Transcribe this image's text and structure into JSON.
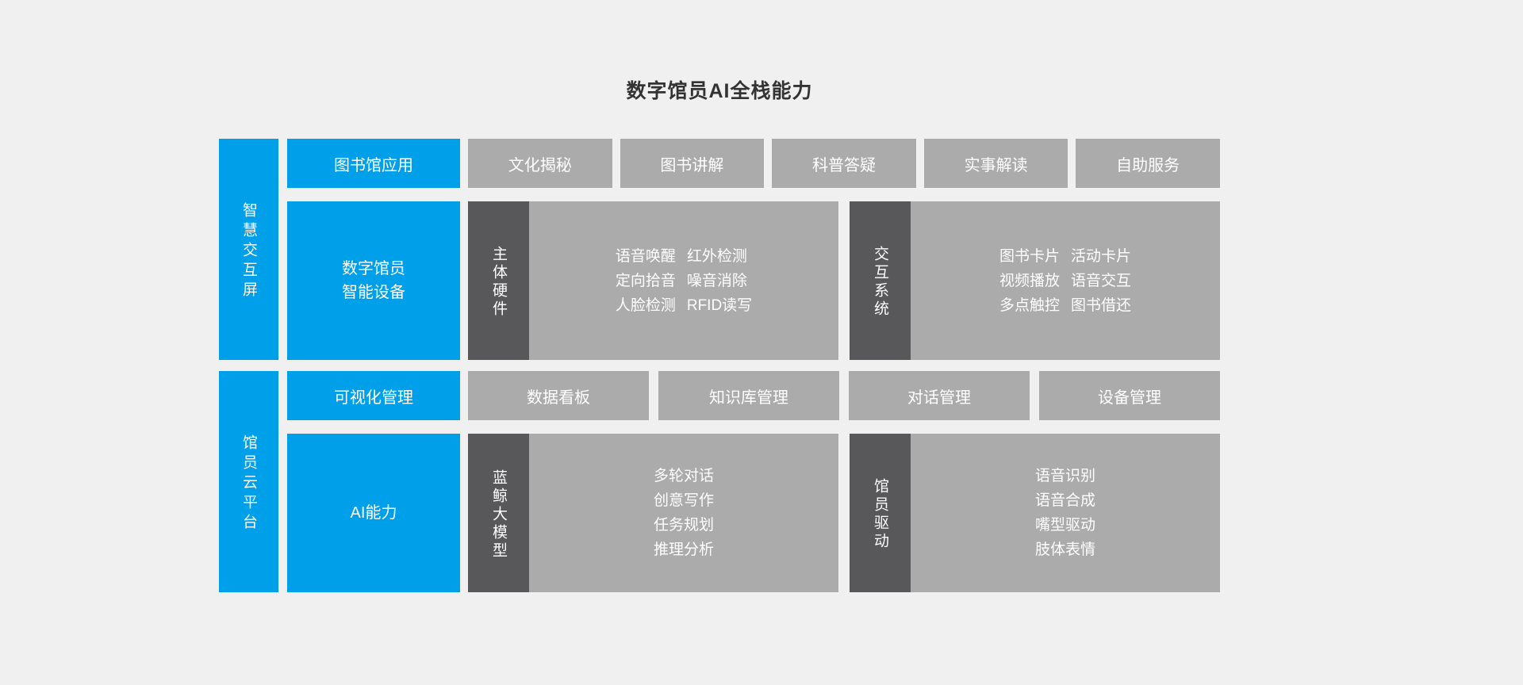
{
  "title": "数字馆员AI全栈能力",
  "colors": {
    "accent_blue": "#009fe9",
    "block_gray": "#ababab",
    "label_dark": "#58585a",
    "background": "#f0f0f1",
    "text_white": "#ffffff",
    "title_text": "#333333"
  },
  "groups": [
    {
      "side_label": "智慧交互屏",
      "header_blue": "图书馆应用",
      "main_blue": "数字馆员\n智能设备",
      "header_items": [
        "文化揭秘",
        "图书讲解",
        "科普答疑",
        "实事解读",
        "自助服务"
      ],
      "panels": [
        {
          "label": "主体硬件",
          "columns": [
            [
              "语音唤醒",
              "定向拾音",
              "人脸检测"
            ],
            [
              "红外检测",
              "噪音消除",
              "RFID读写"
            ]
          ]
        },
        {
          "label": "交互系统",
          "columns": [
            [
              "图书卡片",
              "视频播放",
              "多点触控"
            ],
            [
              "活动卡片",
              "语音交互",
              "图书借还"
            ]
          ]
        }
      ]
    },
    {
      "side_label": "馆员云平台",
      "header_blue": "可视化管理",
      "main_blue": "AI能力",
      "header_items": [
        "数据看板",
        "知识库管理",
        "对话管理",
        "设备管理"
      ],
      "panels": [
        {
          "label": "蓝鲸大模型",
          "columns": [
            [
              "多轮对话",
              "创意写作",
              "任务规划",
              "推理分析"
            ]
          ]
        },
        {
          "label": "馆员驱动",
          "columns": [
            [
              "语音识别",
              "语音合成",
              "嘴型驱动",
              "肢体表情"
            ]
          ]
        }
      ]
    }
  ]
}
